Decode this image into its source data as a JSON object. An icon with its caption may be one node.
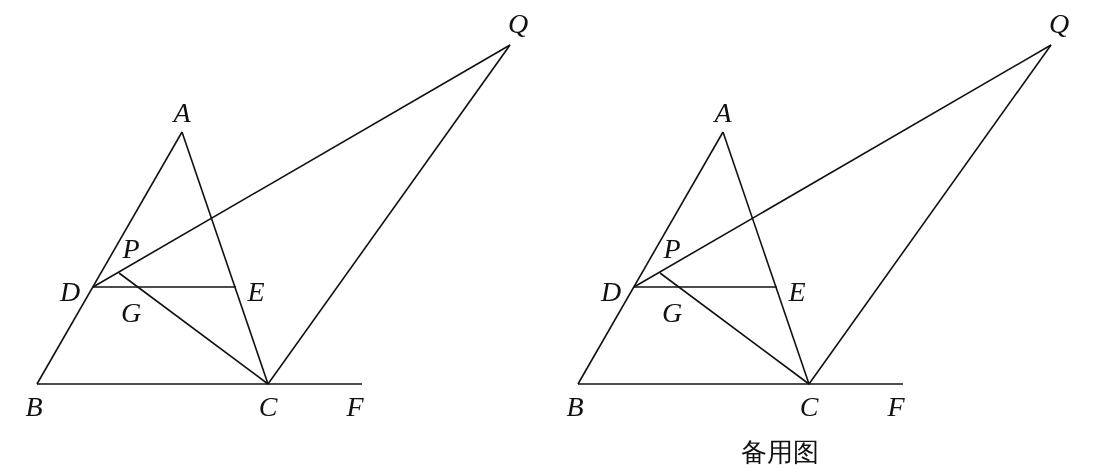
{
  "diagram": {
    "caption": "备用图",
    "labels": [
      "Q",
      "A",
      "P",
      "D",
      "E",
      "G",
      "B",
      "C",
      "F",
      "Q",
      "A",
      "P",
      "D",
      "E",
      "G",
      "B",
      "C",
      "F"
    ]
  }
}
